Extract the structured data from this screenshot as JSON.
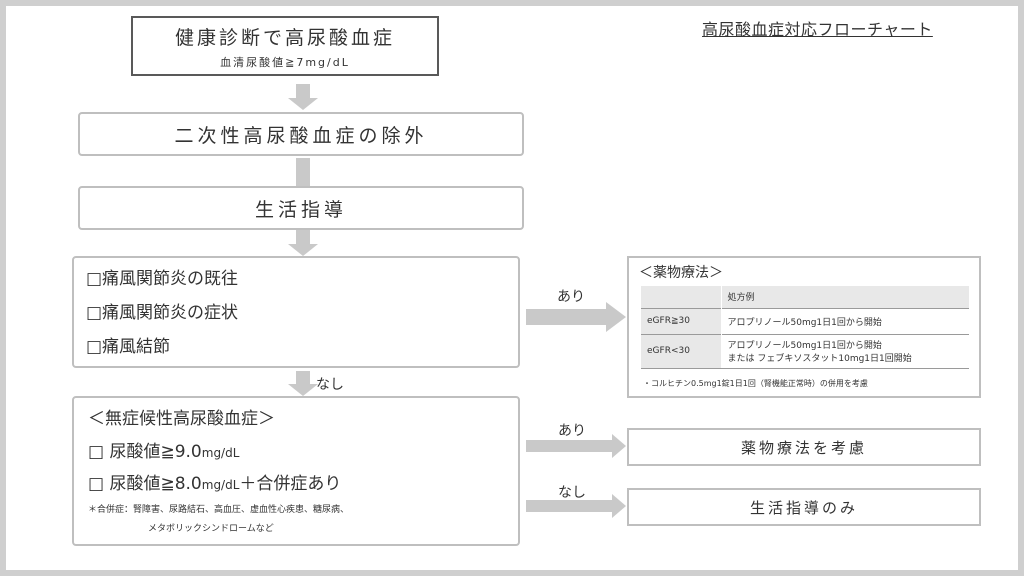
{
  "header": {
    "title": "高尿酸血症対応フローチャート"
  },
  "flow": {
    "start": {
      "title": "健康診断で高尿酸血症",
      "sub": "血清尿酸値≧7mg/dL"
    },
    "step2": "二次性高尿酸血症の除外",
    "step3": "生活指導",
    "checks": [
      "□痛風関節炎の既往",
      "□痛風関節炎の症状",
      "□痛風結節"
    ],
    "edge_yes": "あり",
    "edge_no": "なし"
  },
  "asymptomatic": {
    "title": "＜無症候性高尿酸血症＞",
    "line1_main": "□ 尿酸値≧9.0",
    "line1_unit": "mg/dL",
    "line2_main": "□ 尿酸値≧8.0",
    "line2_unit": "mg/dL",
    "line2_suffix": "＋合併症あり",
    "note1": "＊合併症：腎障害、尿路結石、高血圧、虚血性心疾患、糖尿病、",
    "note2": "メタボリックシンドロームなど"
  },
  "drug_therapy": {
    "title": "＜薬物療法＞",
    "col_header": "処方例",
    "rows": [
      {
        "label": "eGFR≧30",
        "line1": "アロプリノール50mg1日1回から開始",
        "line2": ""
      },
      {
        "label": "eGFR<30",
        "line1": "アロプリノール50mg1日1回から開始",
        "line2": "または フェブキソスタット10mg1日1回開始"
      }
    ],
    "note": "・コルヒチン0.5mg1錠1日1回（腎機能正常時）の併用を考慮"
  },
  "outcomes": {
    "consider_drug": "薬物療法を考慮",
    "lifestyle_only": "生活指導のみ"
  },
  "colors": {
    "arrow": "#c9c9c9",
    "border": "#bfbfbf",
    "dark_border": "#595959",
    "table_fill": "#e8e8e8"
  }
}
